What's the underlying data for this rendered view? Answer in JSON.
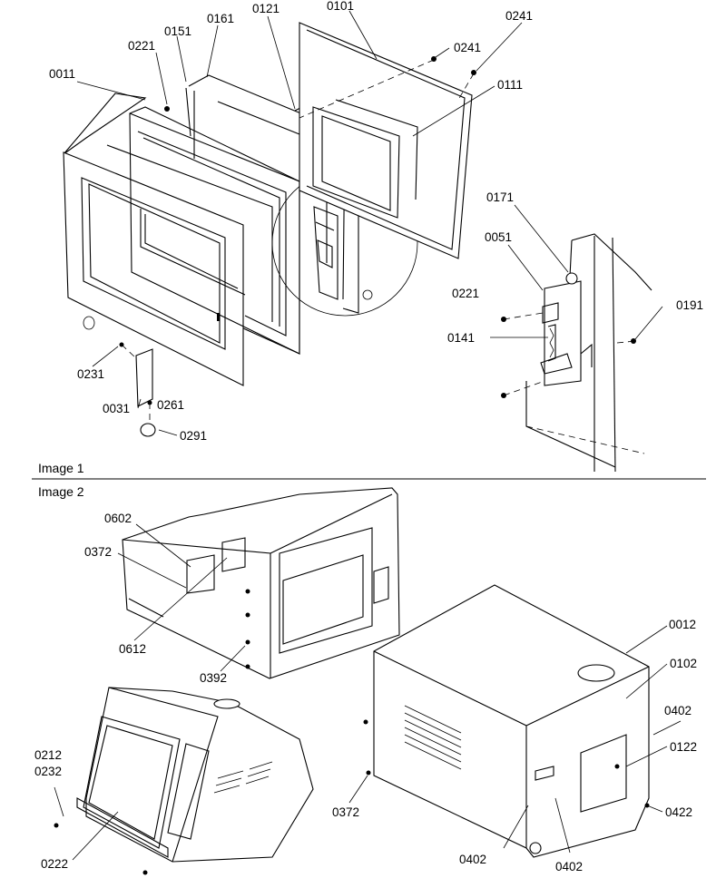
{
  "sections": [
    {
      "id": "image1",
      "label": "Image 1"
    },
    {
      "id": "image2",
      "label": "Image 2"
    }
  ],
  "image1_callouts": [
    "0011",
    "0221",
    "0151",
    "0161",
    "0121",
    "0101",
    "0241",
    "0241",
    "0111",
    "0171",
    "0051",
    "0221",
    "0191",
    "0141",
    "0231",
    "0031",
    "0261",
    "0291"
  ],
  "image2_callouts": [
    "0602",
    "0372",
    "0612",
    "0392",
    "0012",
    "0102",
    "0402",
    "0122",
    "0422",
    "0372",
    "0402",
    "0402",
    "0212",
    "0232",
    "0222"
  ]
}
